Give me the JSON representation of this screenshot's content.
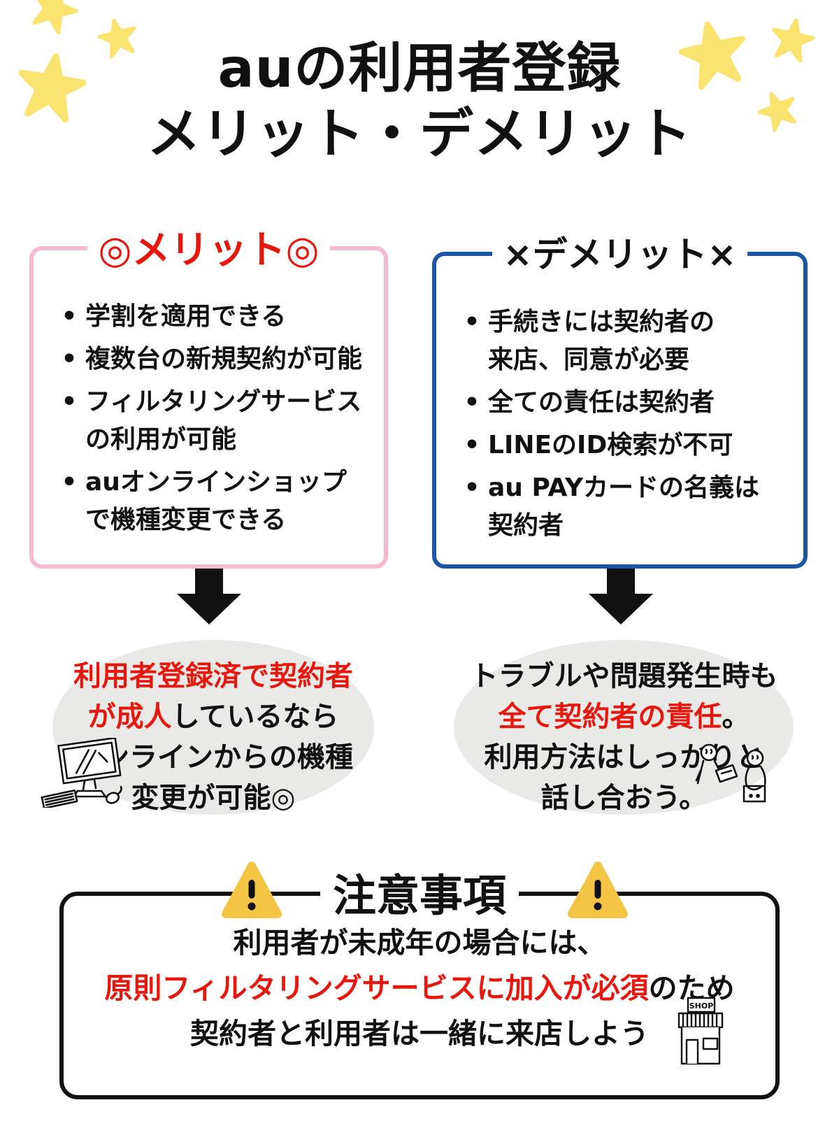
{
  "page": {
    "title_line1": "auの利用者登録",
    "title_line2": "メリット・デメリット"
  },
  "ui": {
    "bullet": "•"
  },
  "merit": {
    "header": "◎メリット◎",
    "items": [
      "学割を適用できる",
      "複数台の新規契約が可能",
      "フィルタリングサービス\nの利用が可能",
      "auオンラインショップ\nで機種変更できる"
    ]
  },
  "demerit": {
    "header": "×デメリット×",
    "items": [
      "手続きには契約者の\n来店、同意が必要",
      "全ての責任は契約者",
      "LINEのID検索が不可",
      "au PAYカードの名義は\n契約者"
    ]
  },
  "merit_result": {
    "lines": [
      [
        {
          "t": "利用者登録済で契約者",
          "red": true
        }
      ],
      [
        {
          "t": "が成人",
          "red": true
        },
        {
          "t": "しているなら",
          "red": false
        }
      ],
      [
        {
          "t": "オンラインからの機種",
          "red": false
        }
      ],
      [
        {
          "t": "変更が可能◎",
          "red": false
        }
      ]
    ]
  },
  "demerit_result": {
    "lines": [
      [
        {
          "t": "トラブルや問題発生時も",
          "red": false
        }
      ],
      [
        {
          "t": "全て契約者の責任",
          "red": true
        },
        {
          "t": "。",
          "red": false
        }
      ],
      [
        {
          "t": "利用方法はしっかりと",
          "red": false
        }
      ],
      [
        {
          "t": "話し合おう。",
          "red": false
        }
      ]
    ]
  },
  "notice": {
    "header": "注意事項",
    "lines": [
      [
        {
          "t": "利用者が未成年の場合には、",
          "red": false
        }
      ],
      [
        {
          "t": "原則フィルタリングサービスに加入が必須",
          "red": true
        },
        {
          "t": "のため",
          "red": false
        }
      ],
      [
        {
          "t": "契約者と利用者は一緒に来店しよう",
          "red": false
        }
      ]
    ]
  },
  "icons": {
    "star": "★",
    "warning": "⚠",
    "down_arrow": "⬇",
    "computer": "desktop-computer",
    "people": "two-people-talking",
    "shop": "storefront",
    "shop_label": "SHOP"
  },
  "colors": {
    "accent_red": "#e8170d",
    "merit_border_pink": "#f6b9d2",
    "demerit_border_blue": "#1a56a4",
    "result_ellipse_gray": "#e9e9e7",
    "star_yellow": "#fae36e",
    "warning_yellow": "#f4c445",
    "text_black": "#111111"
  }
}
